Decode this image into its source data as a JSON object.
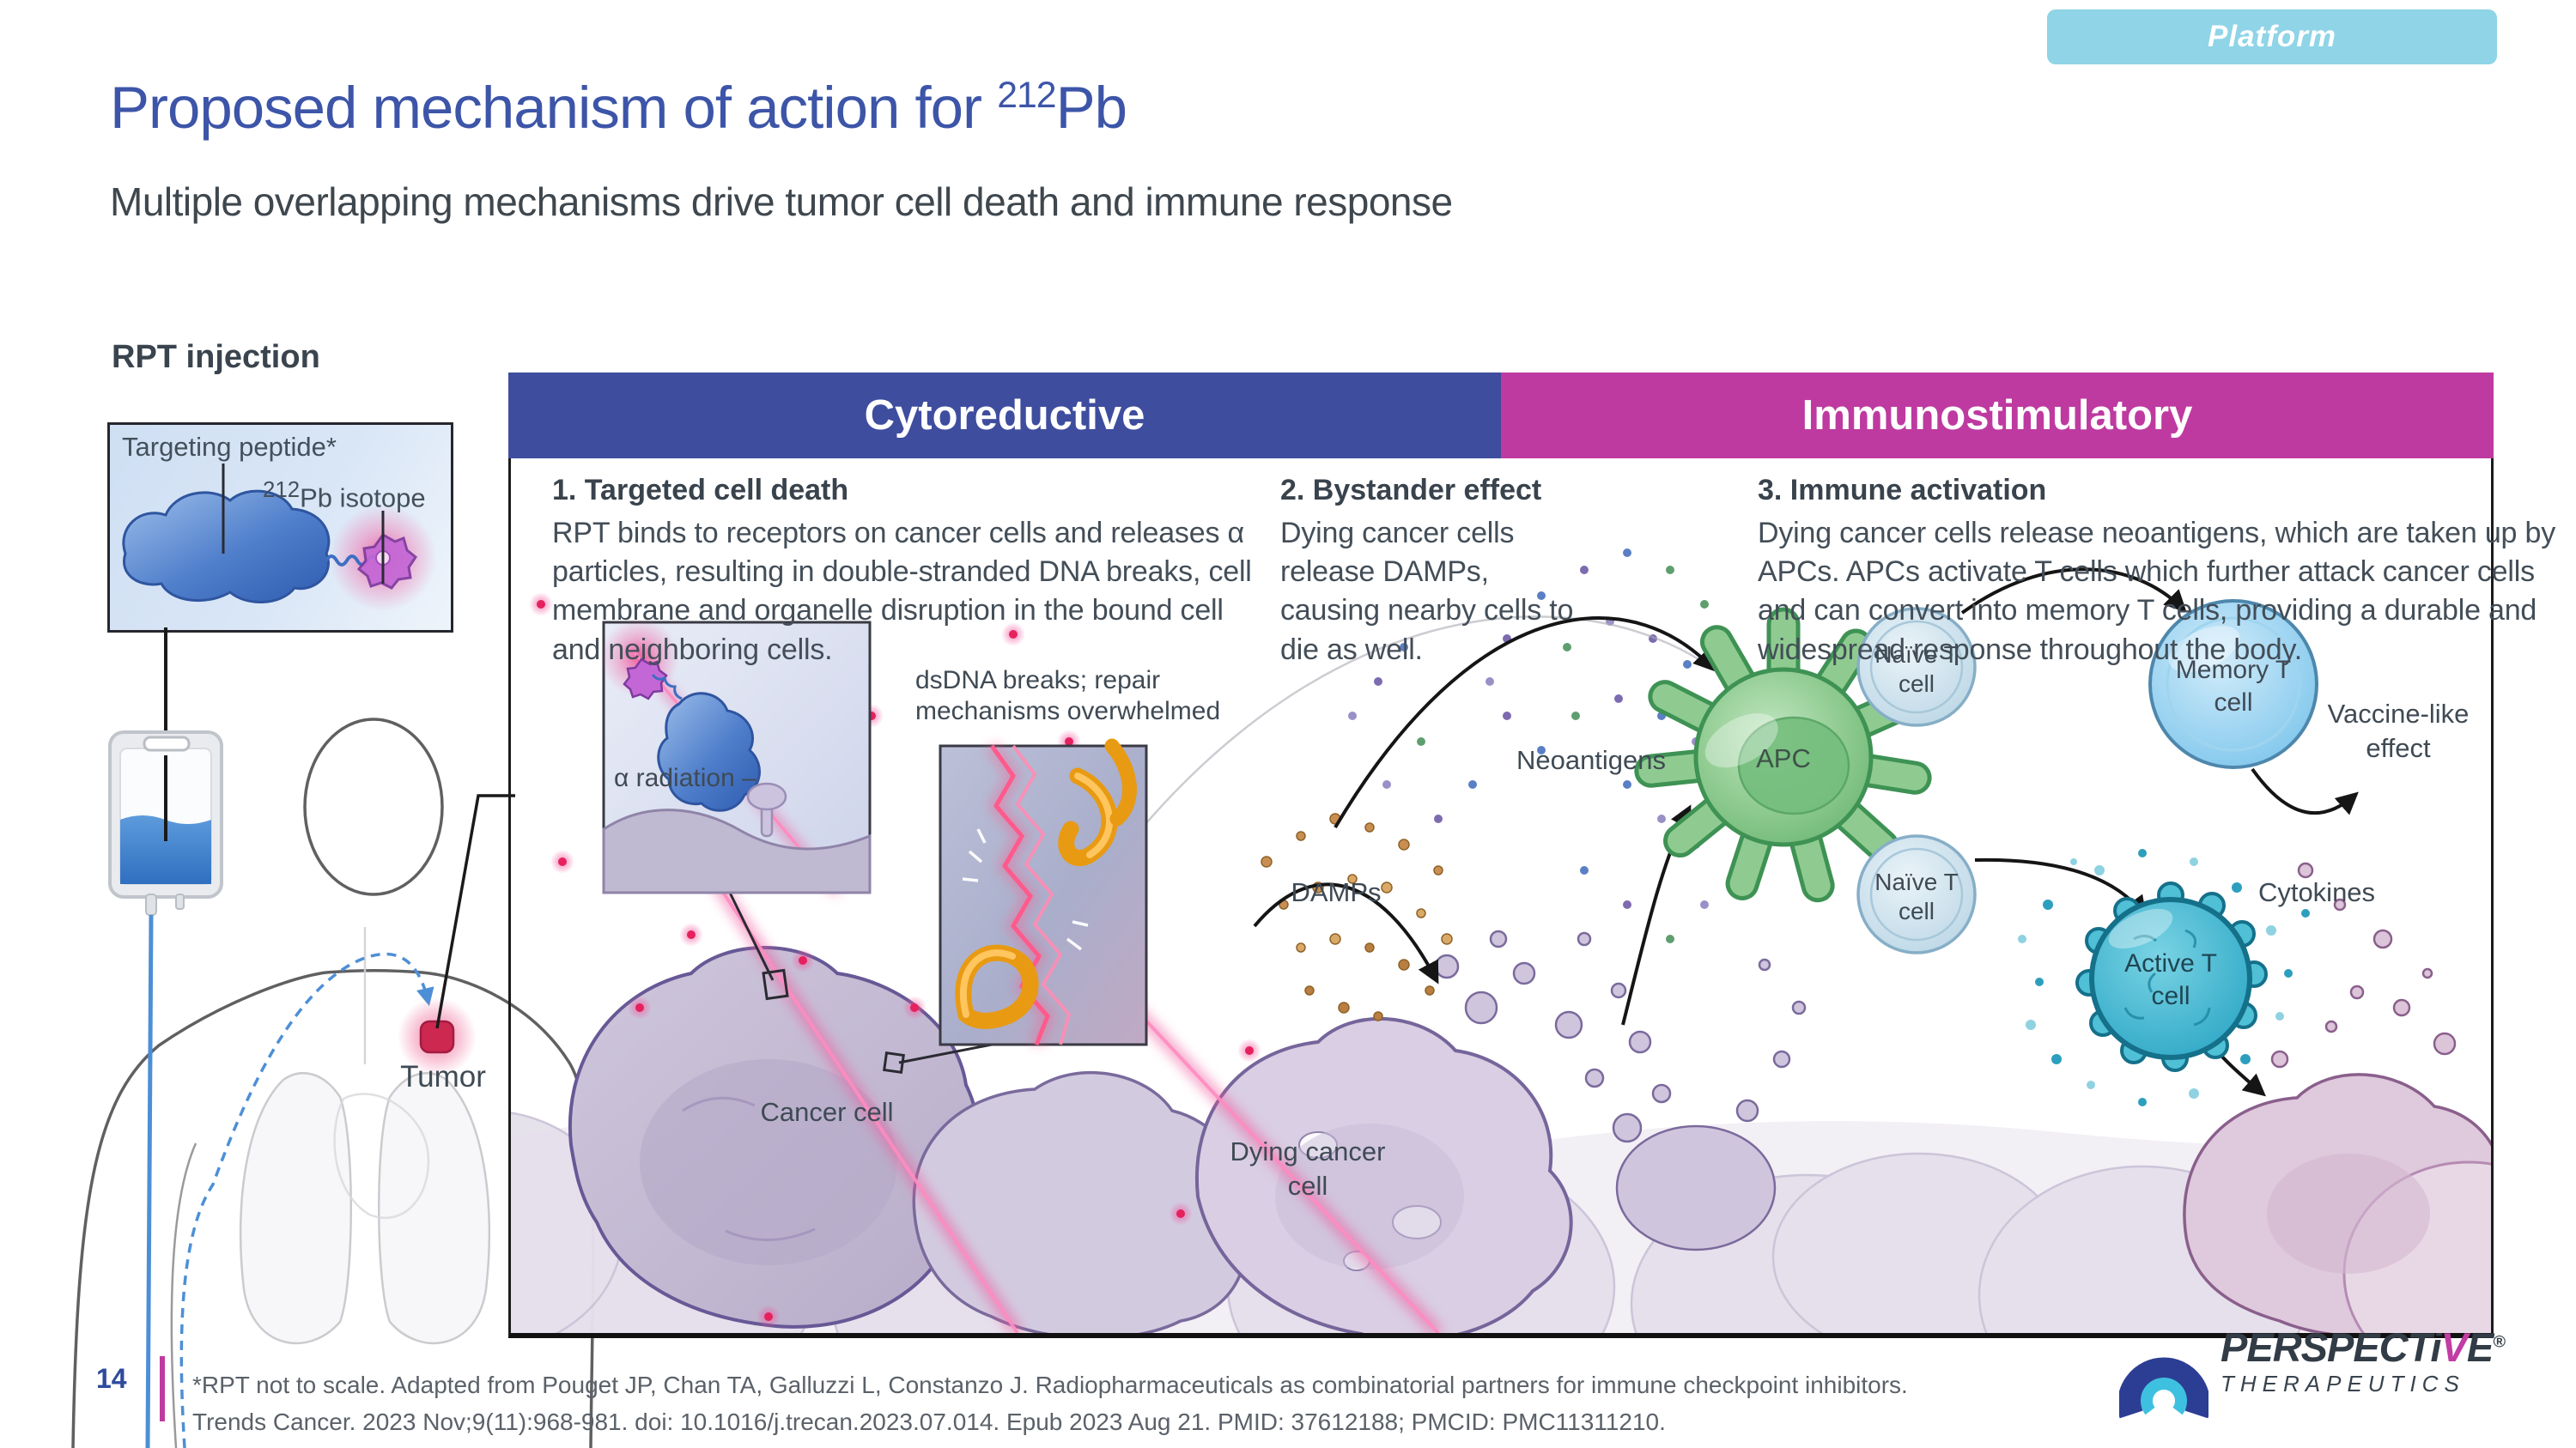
{
  "badge": {
    "label": "Platform"
  },
  "title": {
    "prefix": "Proposed mechanism of action for ",
    "isotope_mass": "212",
    "isotope_symbol": "Pb"
  },
  "subtitle": "Multiple overlapping mechanisms drive tumor cell death and immune response",
  "left": {
    "heading": "RPT injection",
    "box_labels": {
      "peptide": "Targeting peptide*",
      "isotope_mass": "212",
      "isotope_rest": "Pb isotope"
    },
    "tumor_label": "Tumor"
  },
  "bands": {
    "cytoreductive": "Cytoreductive",
    "immunostimulatory": "Immunostimulatory"
  },
  "columns": [
    {
      "heading": "1. Targeted cell death",
      "body": "RPT binds to receptors on cancer cells and releases α particles, resulting in double-stranded DNA breaks, cell membrane and organelle disruption in the bound cell and neighboring cells."
    },
    {
      "heading": "2. Bystander effect",
      "body": "Dying cancer cells release DAMPs, causing nearby cells to die as well."
    },
    {
      "heading": "3. Immune activation",
      "body": "Dying cancer cells release neoantigens, which are taken up by APCs. APCs activate T cells which further attack cancer cells and can convert into memory T cells, providing a durable and widespread response throughout the body."
    }
  ],
  "diagram_labels": {
    "alpha_radiation": "α radiation –",
    "dsdna_line1": "dsDNA breaks; repair",
    "dsdna_line2": "mechanisms overwhelmed",
    "cancer_cell": "Cancer cell",
    "dying_line1": "Dying cancer",
    "dying_line2": "cell",
    "damps": "DAMPs",
    "neoantigens": "Neoantigens",
    "apc": "APC",
    "naive_line1": "Naïve T",
    "naive_line2": "cell",
    "memory_line1": "Memory T",
    "memory_line2": "cell",
    "vaccine_line1": "Vaccine-like",
    "vaccine_line2": "effect",
    "cytokines": "Cytokines",
    "active_line1": "Active T",
    "active_line2": "cell"
  },
  "footer": {
    "page": "14",
    "note_line1": "*RPT not to scale. Adapted from Pouget JP, Chan TA, Galluzzi L, Constanzo J. Radiopharmaceuticals as combinatorial partners for immune checkpoint inhibitors.",
    "note_line2": "Trends Cancer. 2023 Nov;9(11):968-981. doi: 10.1016/j.trecan.2023.07.014. Epub 2023 Aug 21. PMID: 37612188; PMCID: PMC11311210."
  },
  "logo": {
    "brand_part1": "PERSPECT",
    "brand_i": "i",
    "brand_v": "V",
    "brand_e": "E",
    "registered": "®",
    "sub": "THERAPEUTICS"
  },
  "colors": {
    "title_blue": "#3D55A8",
    "band_blue": "#3E4D9E",
    "band_pink": "#BE3AA0",
    "badge_blue": "#8FD4E7",
    "footer_bar_pink": "#C0399F",
    "page_num_blue": "#2E4B9C",
    "text_dark": "#434E58",
    "apc_green": "#8FCB90",
    "active_t_teal": "#3FBBD6",
    "memory_t_blue": "#7EC6EC",
    "beam_pink": "#F2549B",
    "tumor_red": "#CD2850"
  }
}
